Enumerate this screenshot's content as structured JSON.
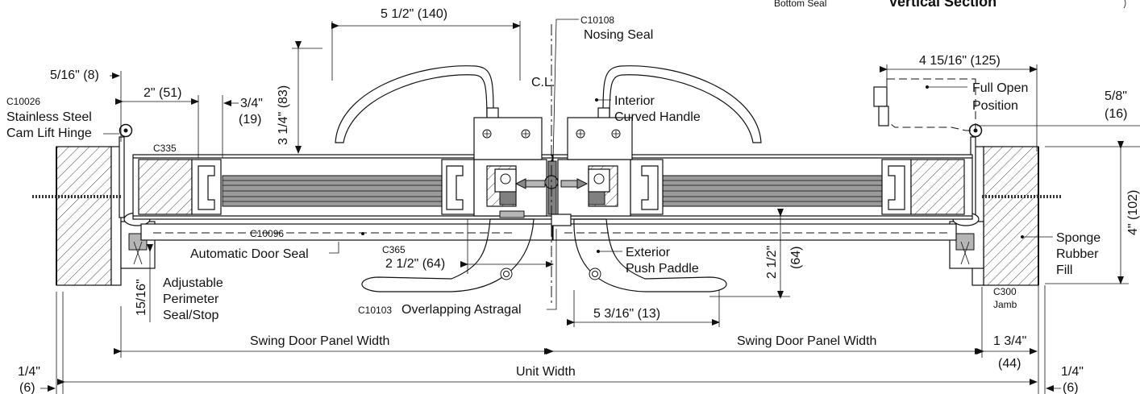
{
  "header": {
    "top_small_label": "Bottom Seal",
    "section_title": "Vertical Section"
  },
  "dimensions": {
    "handle_width": "5 1/2\" (140)",
    "handle_height": "3 1/4\" (83)",
    "hinge_offset": "5/16\" (8)",
    "stile_2in": "2\" (51)",
    "stile_3_4": "3/4\"",
    "stile_3_4_mm": "(19)",
    "open_width": "4 15/16\" (125)",
    "open_5_8": "5/8\"",
    "open_5_8_mm": "(16)",
    "panel_4in": "4\" (102)",
    "paddle_2_1_2": "2 1/2\" (64)",
    "right_2_1_2": "2 1/2\"",
    "right_64": "(64)",
    "seal_15_16": "15/16\"",
    "paddle_5_3_16": "5 3/16\" (13)",
    "jamb_1_3_4": "1 3/4\"",
    "jamb_44": "(44)",
    "left_quarter": "1/4\"",
    "left_quarter_mm": "(6)",
    "right_quarter": "1/4\"",
    "right_quarter_mm": "(6)"
  },
  "labels": {
    "c10108": "C10108",
    "nosing_seal": "Nosing Seal",
    "center_line": "C.L.",
    "c10026": "C10026",
    "hinge_line1": "Stainless Steel",
    "hinge_line2": "Cam Lift Hinge",
    "c335": "C335",
    "interior_line1": "Interior",
    "interior_line2": "Curved Handle",
    "full_open_line1": "Full Open",
    "full_open_line2": "Position",
    "c10096": "C10096",
    "auto_seal": "Automatic Door Seal",
    "c365": "C365",
    "exterior_line1": "Exterior",
    "exterior_line2": "Push Paddle",
    "sponge_line1": "Sponge",
    "sponge_line2": "Rubber",
    "sponge_line3": "Fill",
    "adj_line1": "Adjustable",
    "adj_line2": "Perimeter",
    "adj_line3": "Seal/Stop",
    "c10103": "C10103",
    "astragal": "Overlapping Astragal",
    "c300": "C300",
    "jamb": "Jamb",
    "swing_left": "Swing Door Panel Width",
    "swing_right": "Swing Door Panel Width",
    "unit_width": "Unit Width"
  }
}
